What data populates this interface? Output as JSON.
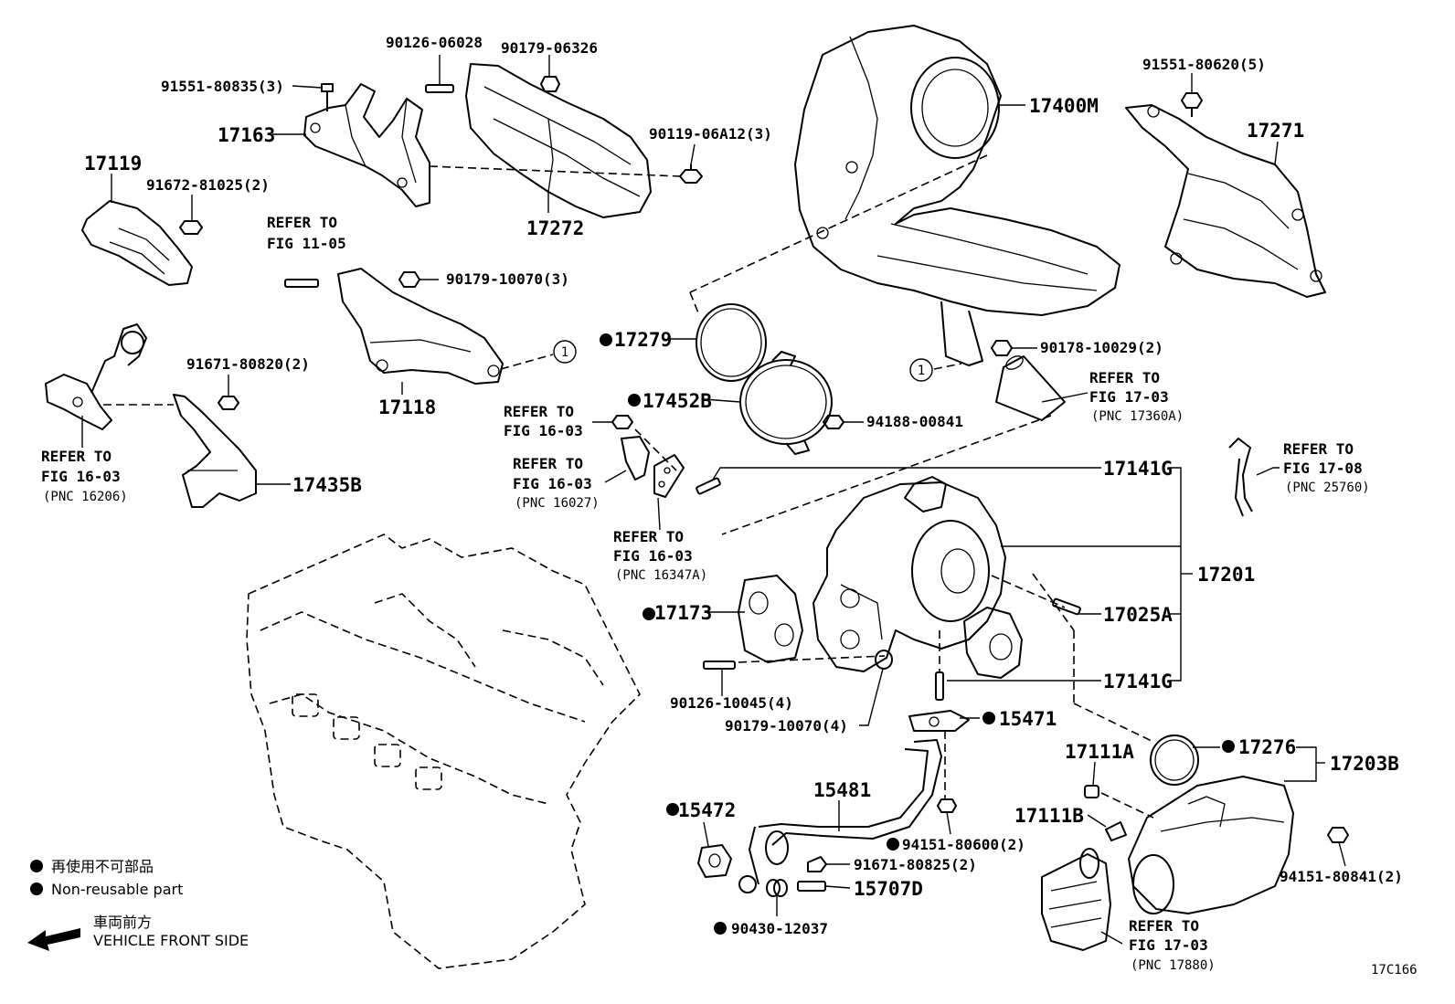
{
  "diagram_code": "17C166",
  "legend": {
    "non_reusable_jp": "再使用不可部品",
    "non_reusable_en": "Non-reusable part",
    "front_jp": "車両前方",
    "front_en": "VEHICLE FRONT SIDE"
  },
  "parts": {
    "p90126_06028": "90126-06028",
    "p90179_06326": "90179-06326",
    "p91551_80835": "91551-80835(3)",
    "p17163": "17163",
    "p90119_06A12": "90119-06A12(3)",
    "p17119": "17119",
    "p91672_81025": "91672-81025(2)",
    "p17272": "17272",
    "p90179_10070_3": "90179-10070(3)",
    "p17400M": "17400M",
    "p91551_80620": "91551-80620(5)",
    "p17271": "17271",
    "p17279": "17279",
    "p17118": "17118",
    "p91671_80820": "91671-80820(2)",
    "p17452B": "17452B",
    "p94188_00841": "94188-00841",
    "p90178_10029": "90178-10029(2)",
    "p17435B": "17435B",
    "p17141G_top": "17141G",
    "p17201": "17201",
    "p17173": "17173",
    "p17025A": "17025A",
    "p17141G_bot": "17141G",
    "p90126_10045": "90126-10045(4)",
    "p90179_10070_4": "90179-10070(4)",
    "p15471": "15471",
    "p17111A": "17111A",
    "p17276": "17276",
    "p17203B": "17203B",
    "p15481": "15481",
    "p15472": "15472",
    "p17111B": "17111B",
    "p94151_80600": "94151-80600(2)",
    "p91671_80825": "91671-80825(2)",
    "p15707D": "15707D",
    "p94151_80841": "94151-80841(2)",
    "p90430_12037": "90430-12037"
  },
  "refs": {
    "r1105": {
      "l1": "REFER TO",
      "l2": "FIG 11-05"
    },
    "r1603_a": {
      "l1": "REFER TO",
      "l2": "FIG 16-03",
      "l3": "(PNC 16206)"
    },
    "r1603_b": {
      "l1": "REFER TO",
      "l2": "FIG 16-03"
    },
    "r1603_c": {
      "l1": "REFER TO",
      "l2": "FIG 16-03",
      "l3": "(PNC 16027)"
    },
    "r1603_d": {
      "l1": "REFER TO",
      "l2": "FIG 16-03",
      "l3": "(PNC 16347A)"
    },
    "r1703_a": {
      "l1": "REFER TO",
      "l2": "FIG 17-03",
      "l3": "(PNC 17360A)"
    },
    "r1708": {
      "l1": "REFER TO",
      "l2": "FIG 17-08",
      "l3": "(PNC 25760)"
    },
    "r1703_b": {
      "l1": "REFER TO",
      "l2": "FIG 17-03",
      "l3": "(PNC 17880)"
    }
  },
  "callout_marker": "1"
}
